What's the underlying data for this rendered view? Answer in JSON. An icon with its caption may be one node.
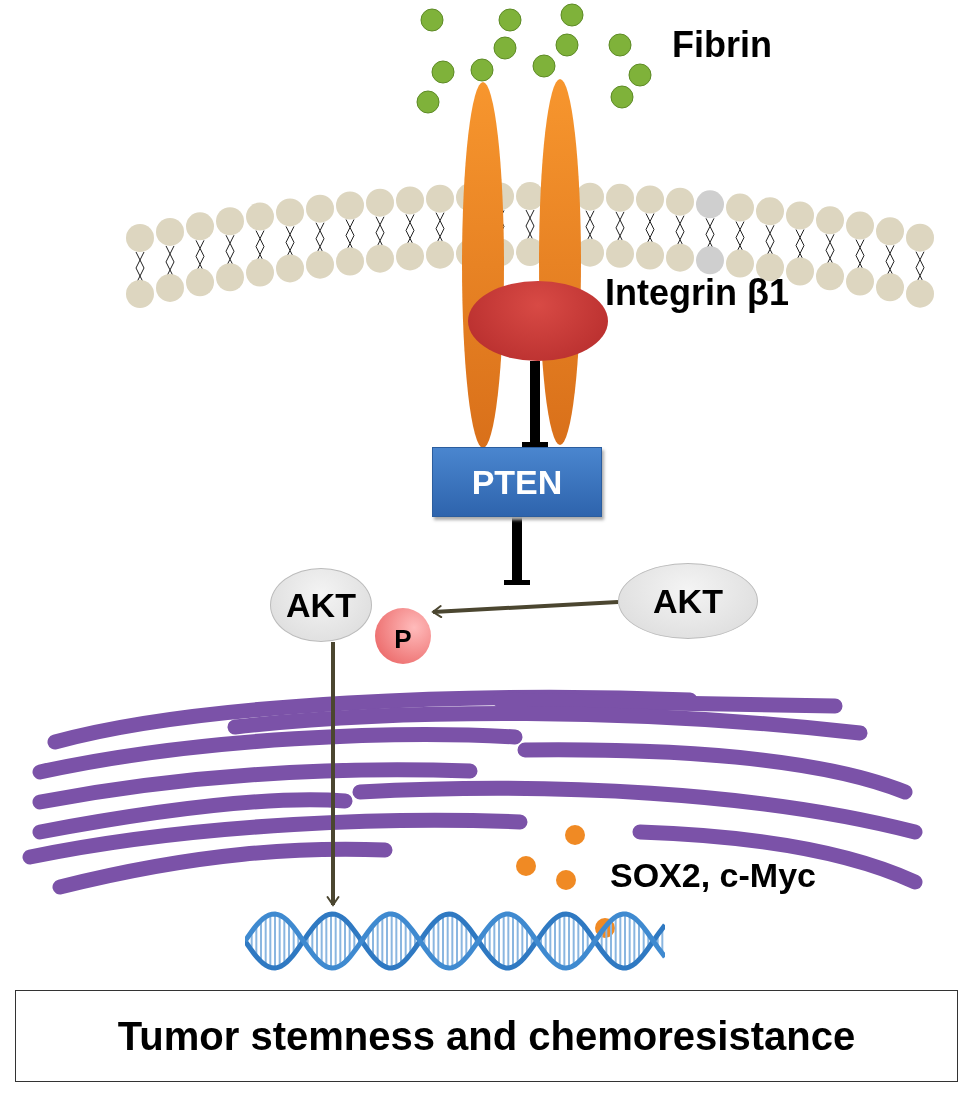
{
  "diagram": {
    "nodes": [
      {
        "text": [],
        "shape": "circle",
        "beside": [
          "Integrin β1"
        ]
      },
      {
        "text": [
          "PTEN"
        ]
      },
      {
        "text": [
          "AKT"
        ]
      },
      {
        "text": [
          "P"
        ]
      },
      {
        "text": [
          "AKT"
        ]
      },
      {
        "text": [],
        "shape": "picture"
      },
      {
        "text": [
          "Tumor stemness and chemoresistance"
        ]
      }
    ],
    "edges": [
      {
        "from": 0,
        "to": 1,
        "arrow": "other",
        "style": "thick",
        "color": "#000000"
      },
      {
        "from": 1,
        "to": null,
        "arrow": "other",
        "style": "thick",
        "color": "#000000"
      },
      {
        "from": 4,
        "to": 3,
        "arrow": "to"
      },
      {
        "from": 2,
        "to": 5,
        "arrow": "to"
      }
    ],
    "labels": [
      "Fibrin",
      "SOX2, c-Myc"
    ]
  }
}
